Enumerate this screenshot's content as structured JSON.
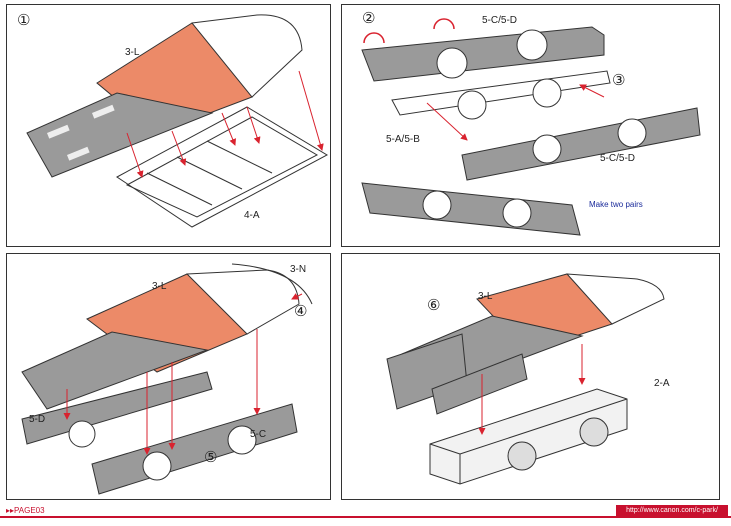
{
  "colors": {
    "gray": "#9a9a9a",
    "dark_gray": "#7a7a7a",
    "orange": "#ec8a68",
    "arrow": "#d9232f",
    "outline": "#333333",
    "note": "#1a2a9a",
    "footer": "#c8102e"
  },
  "panels": {
    "p1": {
      "step": "①",
      "label_top": "3-L",
      "label_bottom": "4-A"
    },
    "p2": {
      "step": "②",
      "step3": "③",
      "label_top": "5-C/5-D",
      "label_left": "5-A/5-B",
      "label_right": "5-C/5-D",
      "note": "Make two pairs"
    },
    "p3": {
      "step": "④",
      "step5": "⑤",
      "label_top": "3-L",
      "label_top_right": "3-N",
      "label_left": "5-D",
      "label_right": "5-C"
    },
    "p4": {
      "step": "⑥",
      "label_top": "3-L",
      "label_right": "2-A"
    }
  },
  "footer": {
    "page": "PAGE03",
    "url": "http://www.canon.com/c-park/"
  }
}
